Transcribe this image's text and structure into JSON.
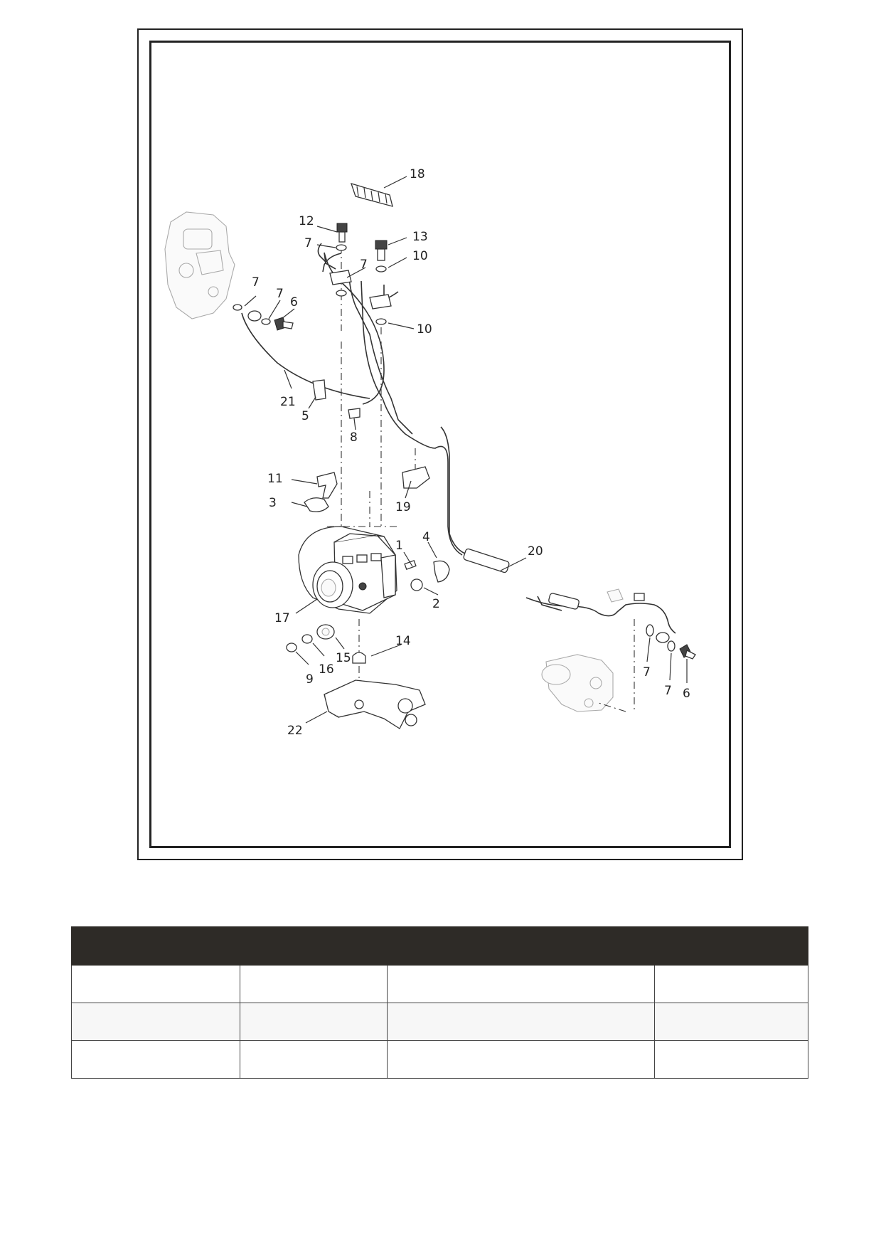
{
  "diagram": {
    "callouts": [
      "1",
      "2",
      "3",
      "4",
      "5",
      "6",
      "7",
      "8",
      "9",
      "10",
      "11",
      "12",
      "13",
      "14",
      "15",
      "16",
      "17",
      "18",
      "19",
      "20",
      "21",
      "22"
    ]
  },
  "table": {
    "headers": [
      "",
      "",
      "",
      ""
    ],
    "rows": [
      [
        "",
        "",
        "",
        ""
      ],
      [
        "",
        "",
        "",
        ""
      ],
      [
        "",
        "",
        "",
        ""
      ]
    ]
  }
}
